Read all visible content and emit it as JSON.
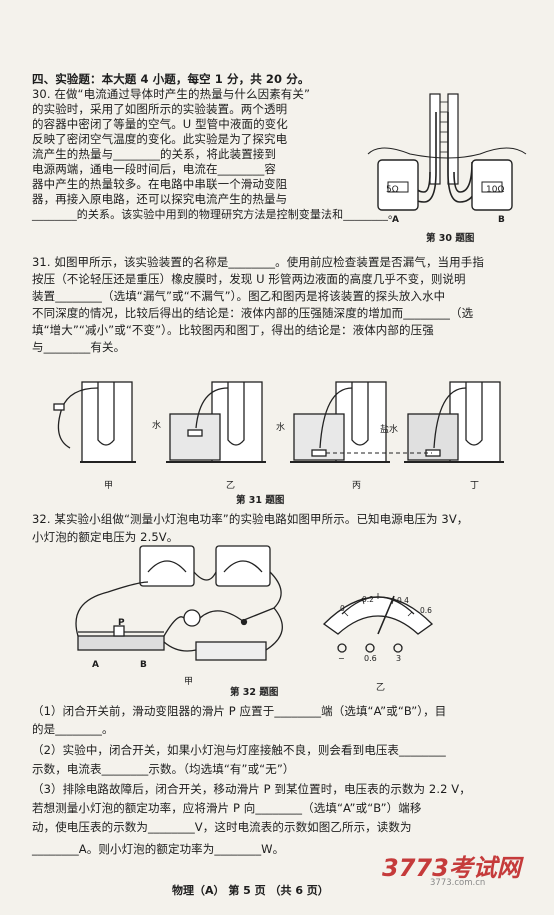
{
  "section_title": "四、实验题：本大题 4 小题，每空 1 分，共 20 分。",
  "q30": {
    "lines": [
      "30.  在做“电流通过导体时产生的热量与什么因素有关”",
      "的实验时，采用了如图所示的实验装置。两个透明",
      "的容器中密闭了等量的空气。U 型管中液面的变化",
      "反映了密闭空气温度的变化。此实验是为了探究电",
      "流产生的热量与________的关系，将此装置接到",
      "电源两端，通电一段时间后，电流在________容",
      "器中产生的热量较多。在电路中串联一个滑动变阻",
      "器，再接入原电路，还可以探究电流产生的热量与",
      "________的关系。该实验中用到的物理研究方法是控制变量法和________。"
    ],
    "figure": {
      "label_a": "A",
      "label_b": "B",
      "r_left": "5Ω",
      "r_right": "10Ω",
      "caption": "第 30 题图"
    }
  },
  "q31": {
    "lines": [
      "31.  如图甲所示，该实验装置的名称是________。使用前应检查装置是否漏气，当用手指",
      "按压（不论轻压还是重压）橡皮膜时，发现 U 形管两边液面的高度几乎不变，则说明",
      "装置________（选填“漏气”或“不漏气”）。图乙和图丙是将该装置的探头放入水中",
      "不同深度的情况，比较后得出的结论是：液体内部的压强随深度的增加而________（选",
      "填“增大”“减小”或“不变”）。比较图丙和图丁，得出的结论是：液体内部的压强",
      "与________有关。"
    ],
    "figure": {
      "labels": [
        "甲",
        "乙",
        "丙",
        "丁"
      ],
      "water": "水",
      "salt_water": "盐水",
      "caption": "第 31 题图"
    }
  },
  "q32": {
    "lines": [
      "32.  某实验小组做“测量小灯泡电功率”的实验电路如图甲所示。已知电源电压为 3V，",
      "小灯泡的额定电压为 2.5V。"
    ],
    "figure": {
      "label_p": "P",
      "label_a": "A",
      "label_b": "B",
      "label_jia": "甲",
      "label_yi": "乙",
      "caption": "第 32 题图",
      "meter_ticks": [
        "0",
        "0.2",
        "0.4",
        "0.6"
      ],
      "terminals": [
        "−",
        "0.6",
        "3"
      ]
    },
    "sub_lines": [
      "（1）闭合开关前，滑动变阻器的滑片 P 应置于________端（选填“A”或“B”），目",
      "的是________。",
      "（2）实验中，闭合开关，如果小灯泡与灯座接触不良，则会看到电压表________",
      "示数，电流表________示数。（均选填“有”或“无”）",
      "（3）排除电路故障后，闭合开关，移动滑片 P 到某位置时，电压表的示数为 2.2 V，",
      "若想测量小灯泡的额定功率，应将滑片 P 向________（选填“A”或“B”）端移",
      "动，使电压表的示数为________V，这时电流表的示数如图乙所示，读数为",
      "________A。则小灯泡的额定功率为________W。"
    ]
  },
  "footer": "物理（A）    第 5 页    （共 6 页）",
  "watermark": {
    "logo": "3773考试网",
    "url": "3773.com.cn"
  }
}
